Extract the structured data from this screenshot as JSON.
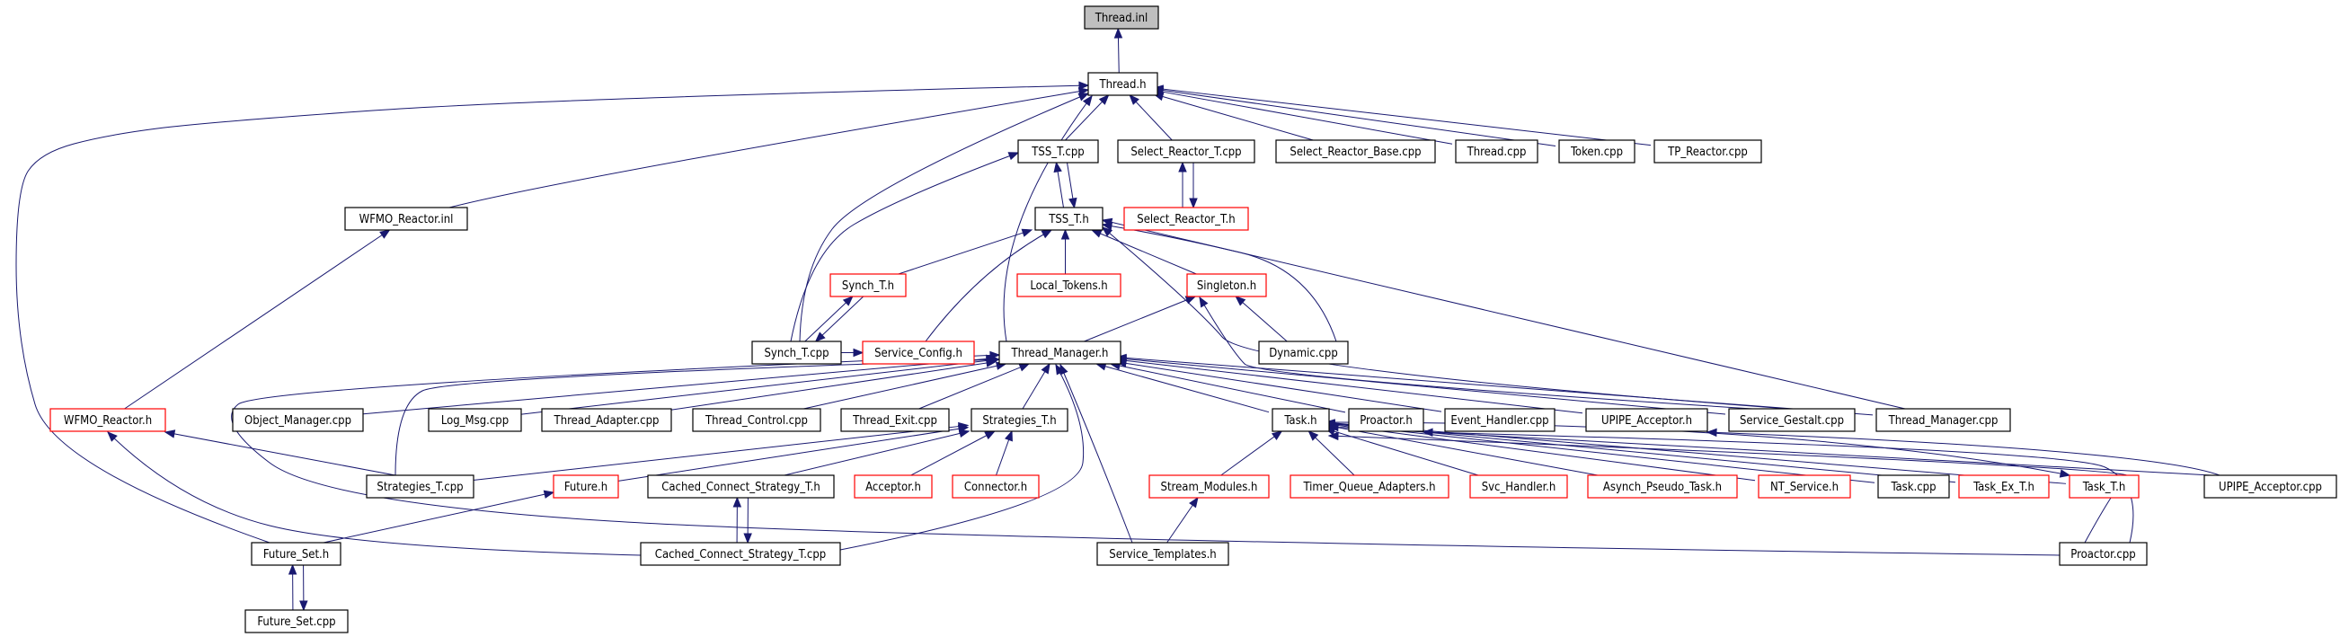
{
  "title": "Thread.inl include dependency graph",
  "colors": {
    "edge": "#191970",
    "focus_fill": "#bfbfbf",
    "normal_border": "#000000",
    "truncated_border": "#ff0000",
    "node_fill": "#ffffff"
  },
  "nodes": [
    {
      "id": "thread_inl",
      "label": "Thread.inl",
      "style": "focus"
    },
    {
      "id": "thread_h",
      "label": "Thread.h",
      "style": "normal"
    },
    {
      "id": "tss_t_cpp",
      "label": "TSS_T.cpp",
      "style": "normal"
    },
    {
      "id": "select_reactor_t_cpp",
      "label": "Select_Reactor_T.cpp",
      "style": "normal"
    },
    {
      "id": "select_reactor_base_cpp",
      "label": "Select_Reactor_Base.cpp",
      "style": "normal"
    },
    {
      "id": "thread_cpp",
      "label": "Thread.cpp",
      "style": "normal"
    },
    {
      "id": "token_cpp",
      "label": "Token.cpp",
      "style": "normal"
    },
    {
      "id": "tp_reactor_cpp",
      "label": "TP_Reactor.cpp",
      "style": "normal"
    },
    {
      "id": "wfmo_reactor_inl",
      "label": "WFMO_Reactor.inl",
      "style": "normal"
    },
    {
      "id": "tss_t_h",
      "label": "TSS_T.h",
      "style": "normal"
    },
    {
      "id": "select_reactor_t_h",
      "label": "Select_Reactor_T.h",
      "style": "truncated"
    },
    {
      "id": "synch_t_h",
      "label": "Synch_T.h",
      "style": "truncated"
    },
    {
      "id": "local_tokens_h",
      "label": "Local_Tokens.h",
      "style": "truncated"
    },
    {
      "id": "singleton_h",
      "label": "Singleton.h",
      "style": "truncated"
    },
    {
      "id": "synch_t_cpp",
      "label": "Synch_T.cpp",
      "style": "normal"
    },
    {
      "id": "service_config_h",
      "label": "Service_Config.h",
      "style": "truncated"
    },
    {
      "id": "thread_manager_h",
      "label": "Thread_Manager.h",
      "style": "normal"
    },
    {
      "id": "dynamic_cpp",
      "label": "Dynamic.cpp",
      "style": "normal"
    },
    {
      "id": "wfmo_reactor_h",
      "label": "WFMO_Reactor.h",
      "style": "truncated"
    },
    {
      "id": "object_manager_cpp",
      "label": "Object_Manager.cpp",
      "style": "normal"
    },
    {
      "id": "log_msg_cpp",
      "label": "Log_Msg.cpp",
      "style": "normal"
    },
    {
      "id": "thread_adapter_cpp",
      "label": "Thread_Adapter.cpp",
      "style": "normal"
    },
    {
      "id": "thread_control_cpp",
      "label": "Thread_Control.cpp",
      "style": "normal"
    },
    {
      "id": "thread_exit_cpp",
      "label": "Thread_Exit.cpp",
      "style": "normal"
    },
    {
      "id": "strategies_t_h",
      "label": "Strategies_T.h",
      "style": "normal"
    },
    {
      "id": "task_h",
      "label": "Task.h",
      "style": "normal"
    },
    {
      "id": "proactor_h",
      "label": "Proactor.h",
      "style": "normal"
    },
    {
      "id": "event_handler_cpp",
      "label": "Event_Handler.cpp",
      "style": "normal"
    },
    {
      "id": "upipe_acceptor_h",
      "label": "UPIPE_Acceptor.h",
      "style": "normal"
    },
    {
      "id": "service_gestalt_cpp",
      "label": "Service_Gestalt.cpp",
      "style": "normal"
    },
    {
      "id": "thread_manager_cpp",
      "label": "Thread_Manager.cpp",
      "style": "normal"
    },
    {
      "id": "strategies_t_cpp",
      "label": "Strategies_T.cpp",
      "style": "normal"
    },
    {
      "id": "future_h",
      "label": "Future.h",
      "style": "truncated"
    },
    {
      "id": "cached_connect_strategy_t_h",
      "label": "Cached_Connect_Strategy_T.h",
      "style": "normal"
    },
    {
      "id": "acceptor_h",
      "label": "Acceptor.h",
      "style": "truncated"
    },
    {
      "id": "connector_h",
      "label": "Connector.h",
      "style": "truncated"
    },
    {
      "id": "stream_modules_h",
      "label": "Stream_Modules.h",
      "style": "truncated"
    },
    {
      "id": "timer_queue_adapters_h",
      "label": "Timer_Queue_Adapters.h",
      "style": "truncated"
    },
    {
      "id": "svc_handler_h",
      "label": "Svc_Handler.h",
      "style": "truncated"
    },
    {
      "id": "asynch_pseudo_task_h",
      "label": "Asynch_Pseudo_Task.h",
      "style": "truncated"
    },
    {
      "id": "nt_service_h",
      "label": "NT_Service.h",
      "style": "truncated"
    },
    {
      "id": "task_cpp",
      "label": "Task.cpp",
      "style": "normal"
    },
    {
      "id": "task_ex_t_h",
      "label": "Task_Ex_T.h",
      "style": "truncated"
    },
    {
      "id": "task_t_h",
      "label": "Task_T.h",
      "style": "truncated"
    },
    {
      "id": "upipe_acceptor_cpp",
      "label": "UPIPE_Acceptor.cpp",
      "style": "normal"
    },
    {
      "id": "future_set_h",
      "label": "Future_Set.h",
      "style": "normal"
    },
    {
      "id": "cached_connect_strategy_t_cpp",
      "label": "Cached_Connect_Strategy_T.cpp",
      "style": "normal"
    },
    {
      "id": "service_templates_h",
      "label": "Service_Templates.h",
      "style": "normal"
    },
    {
      "id": "proactor_cpp",
      "label": "Proactor.cpp",
      "style": "normal"
    },
    {
      "id": "future_set_cpp",
      "label": "Future_Set.cpp",
      "style": "normal"
    }
  ],
  "edges": [
    [
      "thread_h",
      "thread_inl"
    ],
    [
      "tss_t_cpp",
      "thread_h"
    ],
    [
      "select_reactor_t_cpp",
      "thread_h"
    ],
    [
      "select_reactor_base_cpp",
      "thread_h"
    ],
    [
      "thread_cpp",
      "thread_h"
    ],
    [
      "token_cpp",
      "thread_h"
    ],
    [
      "tp_reactor_cpp",
      "thread_h"
    ],
    [
      "wfmo_reactor_inl",
      "thread_h"
    ],
    [
      "synch_t_cpp",
      "thread_h"
    ],
    [
      "thread_manager_h",
      "thread_h"
    ],
    [
      "future_set_h",
      "thread_h"
    ],
    [
      "tss_t_h",
      "tss_t_cpp"
    ],
    [
      "tss_t_cpp",
      "tss_t_h"
    ],
    [
      "select_reactor_t_h",
      "select_reactor_t_cpp"
    ],
    [
      "select_reactor_t_cpp",
      "select_reactor_t_h"
    ],
    [
      "synch_t_cpp",
      "tss_t_cpp"
    ],
    [
      "wfmo_reactor_h",
      "wfmo_reactor_inl"
    ],
    [
      "synch_t_h",
      "tss_t_h"
    ],
    [
      "local_tokens_h",
      "tss_t_h"
    ],
    [
      "singleton_h",
      "tss_t_h"
    ],
    [
      "service_config_h",
      "tss_t_h"
    ],
    [
      "dynamic_cpp",
      "tss_t_h"
    ],
    [
      "thread_manager_cpp",
      "tss_t_h"
    ],
    [
      "service_gestalt_cpp",
      "tss_t_h"
    ],
    [
      "synch_t_cpp",
      "synch_t_h"
    ],
    [
      "synch_t_h",
      "synch_t_cpp"
    ],
    [
      "thread_manager_h",
      "singleton_h"
    ],
    [
      "dynamic_cpp",
      "singleton_h"
    ],
    [
      "service_gestalt_cpp",
      "singleton_h"
    ],
    [
      "synch_t_cpp",
      "service_config_h"
    ],
    [
      "object_manager_cpp",
      "thread_manager_h"
    ],
    [
      "log_msg_cpp",
      "thread_manager_h"
    ],
    [
      "thread_adapter_cpp",
      "thread_manager_h"
    ],
    [
      "thread_control_cpp",
      "thread_manager_h"
    ],
    [
      "thread_exit_cpp",
      "thread_manager_h"
    ],
    [
      "strategies_t_h",
      "thread_manager_h"
    ],
    [
      "strategies_t_cpp",
      "thread_manager_h"
    ],
    [
      "cached_connect_strategy_t_cpp",
      "thread_manager_h"
    ],
    [
      "service_templates_h",
      "thread_manager_h"
    ],
    [
      "task_h",
      "thread_manager_h"
    ],
    [
      "proactor_h",
      "thread_manager_h"
    ],
    [
      "event_handler_cpp",
      "thread_manager_h"
    ],
    [
      "upipe_acceptor_h",
      "thread_manager_h"
    ],
    [
      "service_gestalt_cpp",
      "thread_manager_h"
    ],
    [
      "thread_manager_cpp",
      "thread_manager_h"
    ],
    [
      "proactor_cpp",
      "thread_manager_h"
    ],
    [
      "strategies_t_cpp",
      "wfmo_reactor_h"
    ],
    [
      "cached_connect_strategy_t_cpp",
      "wfmo_reactor_h"
    ],
    [
      "strategies_t_cpp",
      "strategies_t_h"
    ],
    [
      "future_h",
      "strategies_t_h"
    ],
    [
      "cached_connect_strategy_t_h",
      "strategies_t_h"
    ],
    [
      "acceptor_h",
      "strategies_t_h"
    ],
    [
      "connector_h",
      "strategies_t_h"
    ],
    [
      "future_set_h",
      "future_h"
    ],
    [
      "cached_connect_strategy_t_cpp",
      "cached_connect_strategy_t_h"
    ],
    [
      "cached_connect_strategy_t_h",
      "cached_connect_strategy_t_cpp"
    ],
    [
      "stream_modules_h",
      "task_h"
    ],
    [
      "timer_queue_adapters_h",
      "task_h"
    ],
    [
      "svc_handler_h",
      "task_h"
    ],
    [
      "asynch_pseudo_task_h",
      "task_h"
    ],
    [
      "nt_service_h",
      "task_h"
    ],
    [
      "task_cpp",
      "task_h"
    ],
    [
      "task_ex_t_h",
      "task_h"
    ],
    [
      "task_t_h",
      "task_h"
    ],
    [
      "upipe_acceptor_cpp",
      "task_h"
    ],
    [
      "proactor_cpp",
      "proactor_h"
    ],
    [
      "upipe_acceptor_cpp",
      "upipe_acceptor_h"
    ],
    [
      "task_h",
      "task_t_h"
    ],
    [
      "proactor_cpp",
      "task_t_h"
    ],
    [
      "service_templates_h",
      "stream_modules_h"
    ],
    [
      "future_set_cpp",
      "future_set_h"
    ],
    [
      "future_set_h",
      "future_set_cpp"
    ]
  ]
}
